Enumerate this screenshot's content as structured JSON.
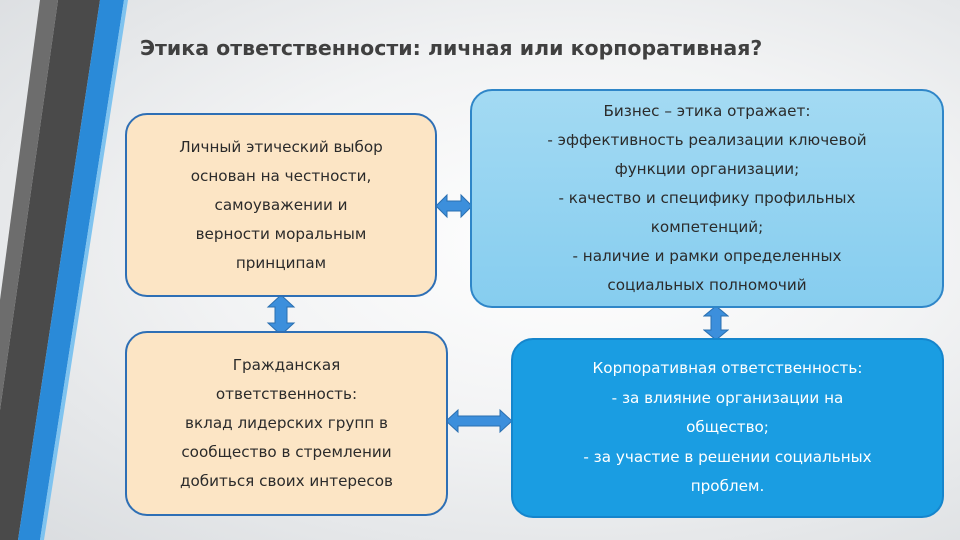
{
  "title": "Этика ответственности: личная или корпоративная?",
  "boxes": {
    "personal": {
      "lines": [
        "Личный этический выбор",
        "основан на честности,",
        "самоуважении и",
        "верности моральным",
        "принципам"
      ]
    },
    "business": {
      "lines": [
        "Бизнес – этика отражает:",
        "-  эффективность реализации ключевой",
        "функции организации;",
        "-  качество и специфику профильных",
        "компетенций;",
        "-  наличие и рамки определенных",
        "социальных полномочий"
      ]
    },
    "civic": {
      "lines": [
        "Гражданская",
        "ответственность:",
        "вклад лидерских групп в",
        "сообщество в стремлении",
        "добиться своих интересов"
      ]
    },
    "corporate": {
      "lines": [
        "Корпоративная ответственность:",
        "-   за влияние организации на",
        "общество;",
        "-   за участие в решении социальных",
        "проблем."
      ]
    }
  },
  "colors": {
    "beige_fill": "#fce5c5",
    "light_blue_fill": "#9fd8f2",
    "deep_blue_fill": "#1a9de2",
    "arrow_fill": "#3c8fdc",
    "stripe_dark": "#4a4a4a",
    "stripe_blue": "#2a8ad8"
  }
}
